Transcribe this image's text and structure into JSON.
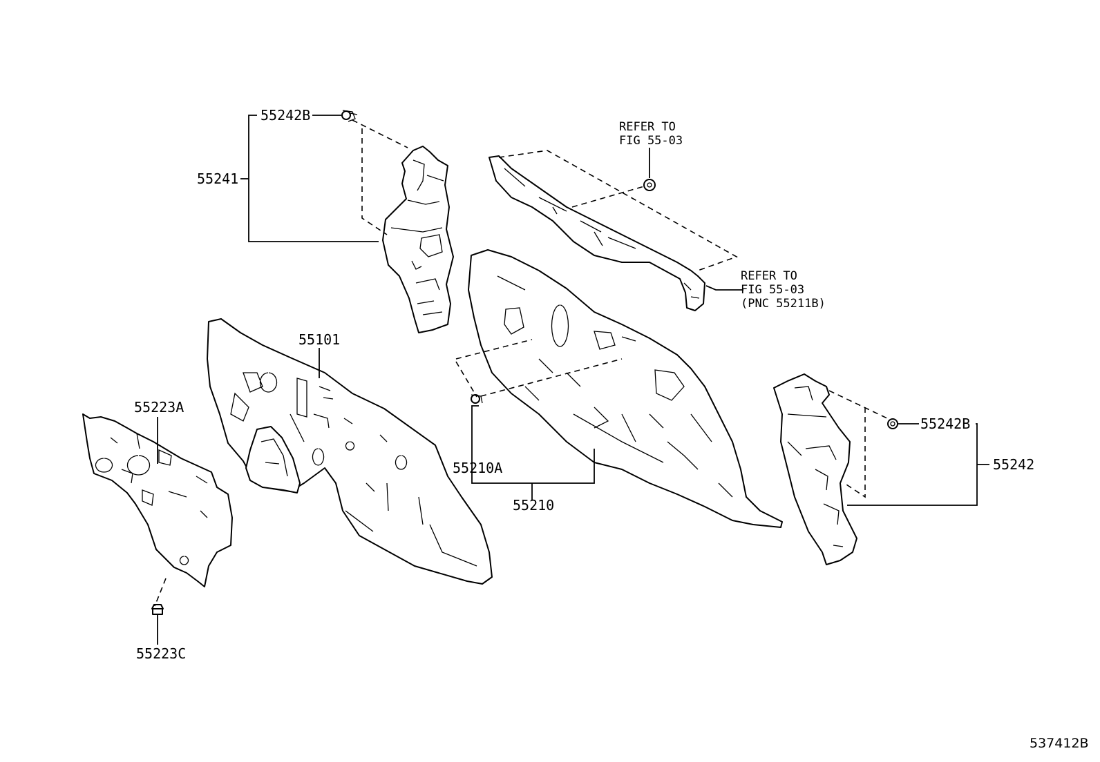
{
  "labels": {
    "p55242B_top": "55242B",
    "p55241": "55241",
    "p55101": "55101",
    "p55223A": "55223A",
    "p55223C": "55223C",
    "p55210A": "55210A",
    "p55210": "55210",
    "p55242B_right": "55242B",
    "p55242": "55242"
  },
  "notes": {
    "refer_top": "REFER TO\nFIG 55-03",
    "refer_right": "REFER TO\nFIG 55-03\n(PNC 55211B)"
  },
  "figure_id": "537412B"
}
